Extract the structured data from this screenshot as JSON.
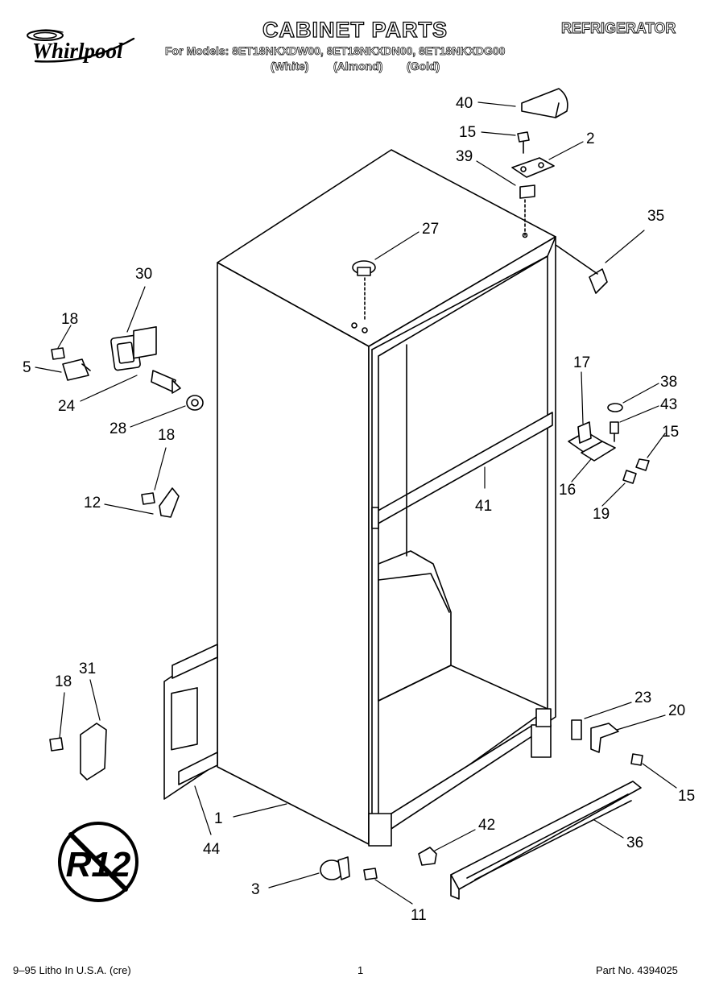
{
  "header": {
    "brand": "Whirlpool",
    "title": "CABINET PARTS",
    "category": "REFRIGERATOR",
    "models_line": "For Models: 8ET18NKXDW00, 8ET18NKXDN00, 8ET18NKXDG00",
    "colors": [
      "(White)",
      "(Almond)",
      "(Gold)"
    ]
  },
  "badge": {
    "text": "R12"
  },
  "callouts": [
    "40",
    "15",
    "2",
    "39",
    "35",
    "27",
    "30",
    "18",
    "5",
    "24",
    "28",
    "18",
    "12",
    "17",
    "38",
    "43",
    "15",
    "16",
    "19",
    "41",
    "18",
    "31",
    "23",
    "20",
    "15",
    "1",
    "44",
    "42",
    "36",
    "3",
    "11"
  ],
  "footer": {
    "left": "9–95 Litho In U.S.A. (cre)",
    "page": "1",
    "part_no": "Part No. 4394025"
  }
}
